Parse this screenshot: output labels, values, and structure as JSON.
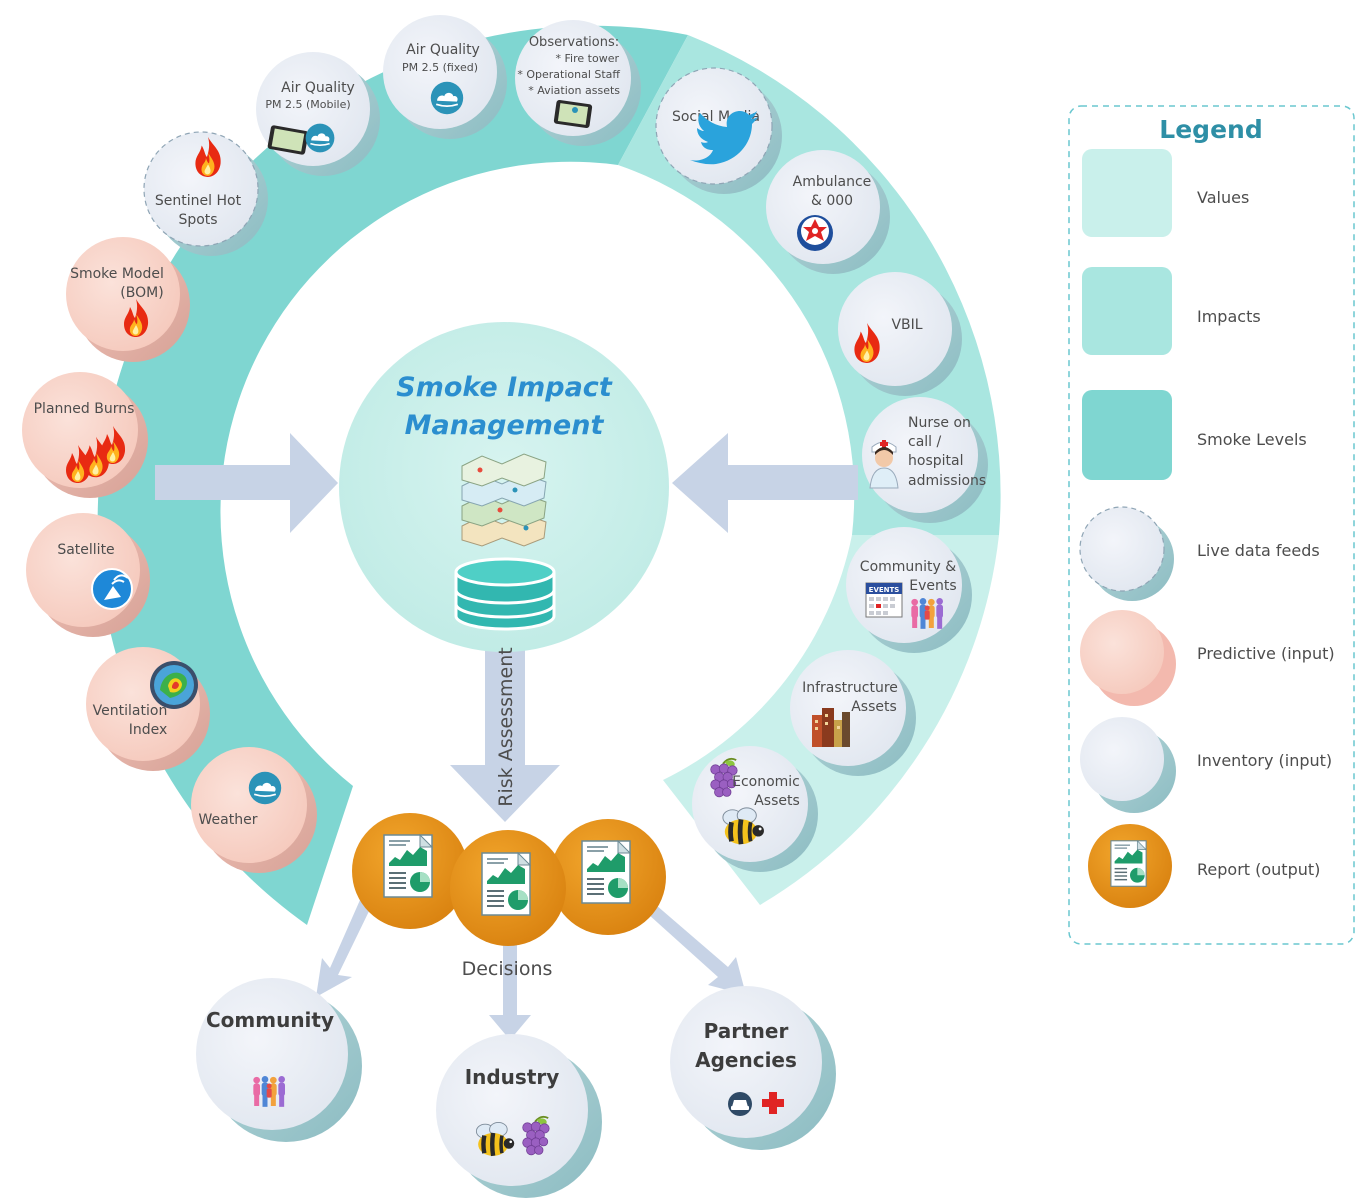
{
  "title": [
    "Smoke Impact",
    "Management"
  ],
  "center_arrow_label": "Risk Assessment",
  "decisions_label": "Decisions",
  "smoke_levels_items": {
    "air_quality_mobile": [
      "Air Quality",
      "PM 2.5 (Mobile)"
    ],
    "air_quality_fixed": [
      "Air Quality",
      "PM 2.5 (fixed)"
    ],
    "observations": [
      "Observations:",
      "* Fire tower",
      "* Operational Staff",
      "* Aviation assets"
    ],
    "sentinel": [
      "Sentinel Hot",
      "Spots"
    ],
    "smoke_model": [
      "Smoke Model",
      "(BOM)"
    ],
    "planned_burns": [
      "Planned Burns"
    ],
    "satellite": [
      "Satellite"
    ],
    "ventilation": [
      "Ventilation",
      "Index"
    ],
    "weather": [
      "Weather"
    ]
  },
  "impacts_items": {
    "social_media": [
      "Social Media"
    ],
    "ambulance": [
      "Ambulance",
      "& 000"
    ],
    "vbil": [
      "VBIL"
    ],
    "nurse": [
      "Nurse on",
      "call /",
      "hospital",
      "admissions"
    ]
  },
  "values_items": {
    "community_events": [
      "Community &",
      "Events"
    ],
    "infrastructure": [
      "Infrastructure",
      "Assets"
    ],
    "economic": [
      "Economic",
      "Assets"
    ],
    "events_badge": "EVENTS"
  },
  "outputs": {
    "community": [
      "Community"
    ],
    "industry": [
      "Industry"
    ],
    "partner": [
      "Partner",
      "Agencies"
    ]
  },
  "legend": {
    "title": "Legend",
    "items": [
      "Values",
      "Impacts",
      "Smoke Levels",
      "Live data feeds",
      "Predictive (input)",
      "Inventory (input)",
      "Report (output)"
    ]
  },
  "colors": {
    "smoke_levels": "#7fd6d1",
    "impacts": "#a9e6e0",
    "values": "#c9f0eb",
    "center": "#c8efea",
    "predictive": "#f9d6cc",
    "inventory": "#e8ecf3",
    "report": "#e8961c",
    "arrow": "#c7d3e6",
    "legend_title": "#2e8fa6"
  }
}
